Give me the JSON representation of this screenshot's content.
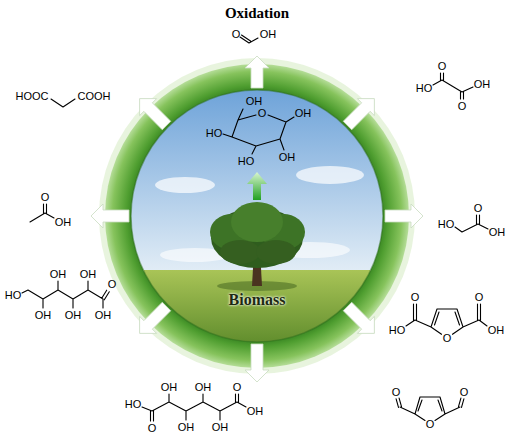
{
  "diagram": {
    "title": "Oxidation",
    "labels": [
      "Biomass",
      "OH",
      "O",
      "OH",
      "OH",
      "HO",
      "HO",
      "O",
      "OH",
      "O",
      "HO",
      "OH",
      "O",
      "HO",
      "O",
      "OH",
      "O",
      "HO",
      "O",
      "O",
      "OH",
      "O",
      "O",
      "O",
      "HO",
      "O",
      "OH",
      "OH",
      "OH",
      "OH",
      "O",
      "OH",
      "HO",
      "OH",
      "OH",
      "OH",
      "OH",
      "O",
      "OH",
      "O",
      "OH",
      "HOOC",
      "COOH"
    ]
  }
}
